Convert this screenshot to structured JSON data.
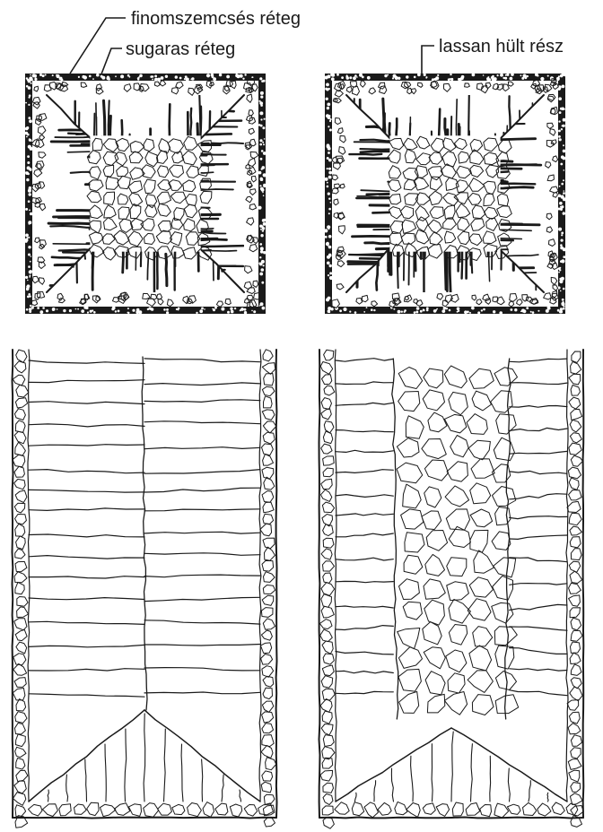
{
  "labels": {
    "fine_grained_layer": "finomszemcsés réteg",
    "columnar_layer": "sugaras réteg",
    "slow_cooled_part": "lassan hült rész"
  },
  "colors": {
    "ink": "#1a1a1a",
    "paper": "#ffffff"
  }
}
